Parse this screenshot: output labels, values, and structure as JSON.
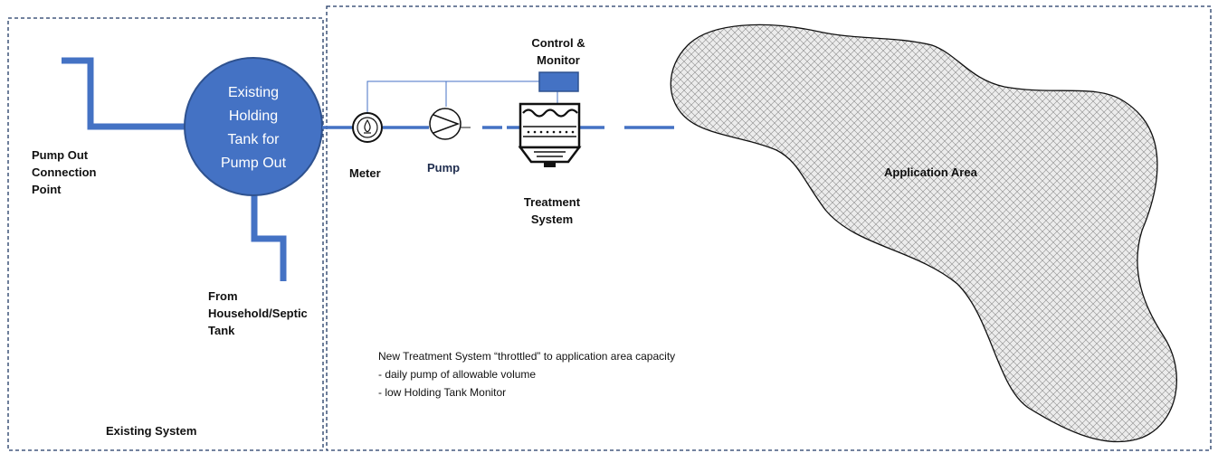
{
  "existing_system": {
    "title": "Existing System",
    "pump_out_label": "Pump Out\nConnection\nPoint",
    "tank_label": "Existing\nHolding\nTank for\nPump Out",
    "from_label": "From\nHousehold/Septic\nTank"
  },
  "new_system": {
    "meter_label": "Meter",
    "pump_label": "Pump",
    "control_label": "Control &\nMonitor",
    "treatment_label": "Treatment\nSystem",
    "application_label": "Application Area",
    "notes": [
      "New Treatment System “throttled” to application area capacity",
      "- daily pump of allowable volume",
      "- low Holding Tank Monitor"
    ]
  },
  "colors": {
    "pipe": "#4472c4",
    "tank_fill": "#4472c4",
    "tank_border": "#2f528f",
    "boundary": "#1f3864",
    "hatch": "#888888",
    "application_fill": "#e8e8e8"
  }
}
